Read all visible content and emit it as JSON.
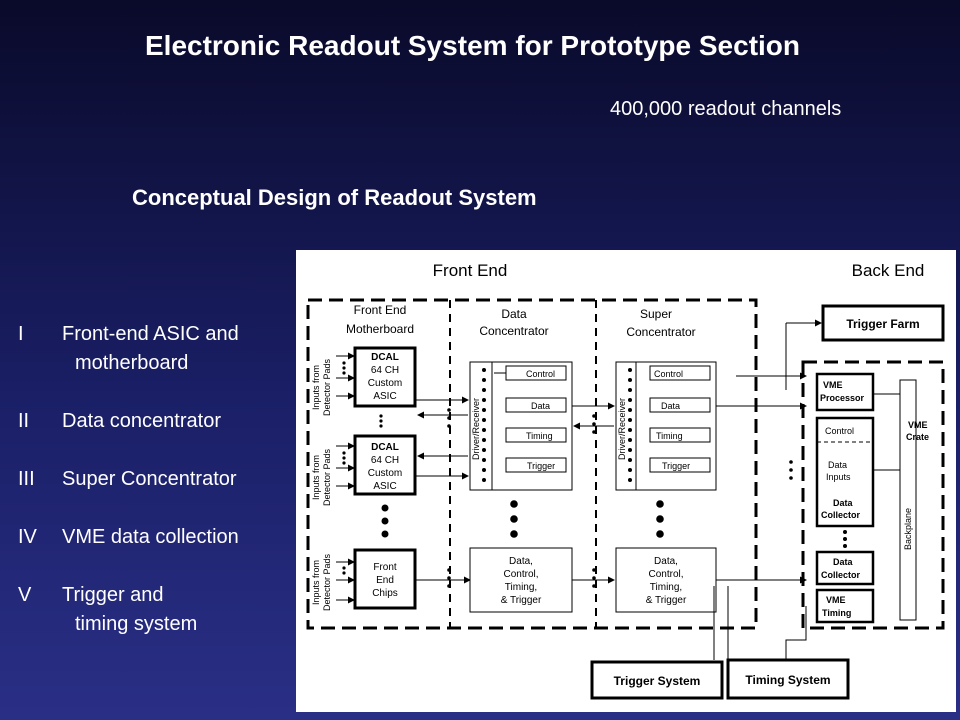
{
  "slide": {
    "title": "Electronic Readout System for Prototype Section",
    "channels": "400,000 readout channels",
    "subtitle": "Conceptual Design of Readout System"
  },
  "list": [
    {
      "num": "I",
      "text": "Front-end ASIC and",
      "cont": "motherboard"
    },
    {
      "num": "II",
      "text": "Data concentrator"
    },
    {
      "num": "III",
      "text": "Super Concentrator"
    },
    {
      "num": "IV",
      "text": "VME data collection"
    },
    {
      "num": "V",
      "text": "Trigger and",
      "cont": "timing system"
    }
  ],
  "diagram": {
    "front_end": "Front End",
    "back_end": "Back End",
    "fe_mother_1": "Front End",
    "fe_mother_2": "Motherboard",
    "dc_1": "Data",
    "dc_2": "Concentrator",
    "sc_1": "Super",
    "sc_2": "Concentrator",
    "inputs_1": "Inputs from",
    "inputs_2": "Detector Pads",
    "dcal_1": "DCAL",
    "dcal_2": "64 CH",
    "dcal_3": "Custom",
    "dcal_4": "ASIC",
    "fec_1": "Front",
    "fec_2": "End",
    "fec_3": "Chips",
    "driver": "Driver/Receiver",
    "control": "Control",
    "data": "Data",
    "timing": "Timing",
    "trigger": "Trigger",
    "dctt_1": "Data,",
    "dctt_2": "Control,",
    "dctt_3": "Timing,",
    "dctt_4": "& Trigger",
    "trigger_farm": "Trigger Farm",
    "vme_proc_1": "VME",
    "vme_proc_2": "Processor",
    "vme_crate_1": "VME",
    "vme_crate_2": "Crate",
    "data_inputs_1": "Data",
    "data_inputs_2": "Inputs",
    "data_collector_1": "Data",
    "data_collector_2": "Collector",
    "vme_timing_1": "VME",
    "vme_timing_2": "Timing",
    "backplane": "Backplane",
    "trigger_system": "Trigger System",
    "timing_system": "Timing System"
  }
}
